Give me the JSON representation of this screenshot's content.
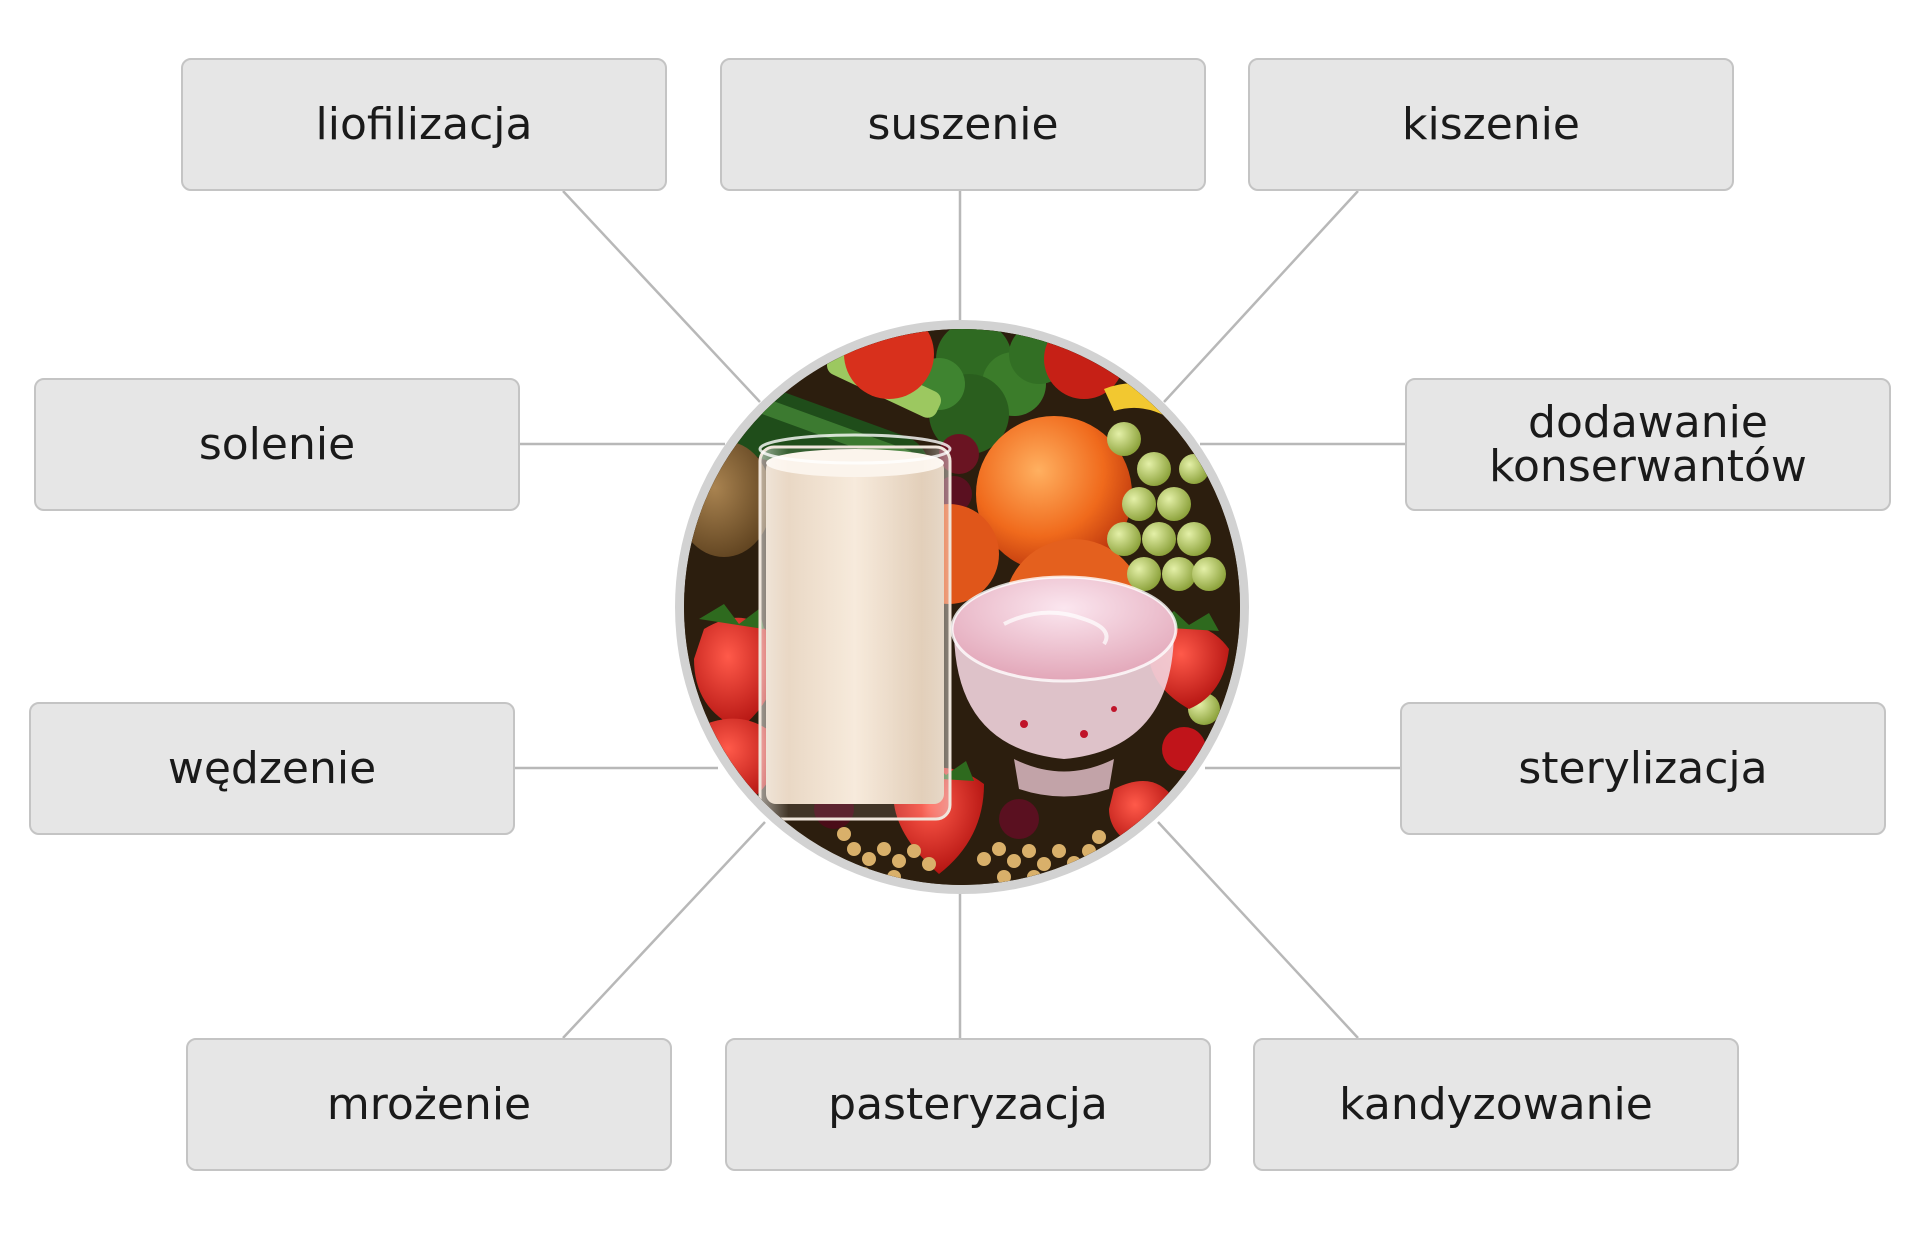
{
  "diagram": {
    "center_image": {
      "icon": "food-photo-milk-yogurt-fruits-vegetables",
      "description_visible": false
    },
    "methods": [
      {
        "id": "top-left",
        "label": "liofilizacja"
      },
      {
        "id": "top-center",
        "label": "suszenie"
      },
      {
        "id": "top-right",
        "label": "kiszenie"
      },
      {
        "id": "mid-left",
        "label": "solenie"
      },
      {
        "id": "mid-right",
        "label": "dodawanie\nkonserwantów"
      },
      {
        "id": "low-left",
        "label": "wędzenie"
      },
      {
        "id": "low-right",
        "label": "sterylizacja"
      },
      {
        "id": "bot-left",
        "label": "mrożenie"
      },
      {
        "id": "bot-center",
        "label": "pasteryzacja"
      },
      {
        "id": "bot-right",
        "label": "kandyzowanie"
      }
    ],
    "colors": {
      "box_fill": "#e6e6e6",
      "box_border": "#c4c4c4",
      "connector": "#b8b8b8",
      "text": "#1a1a1a",
      "photo_ring": "#d2d2d2"
    }
  }
}
